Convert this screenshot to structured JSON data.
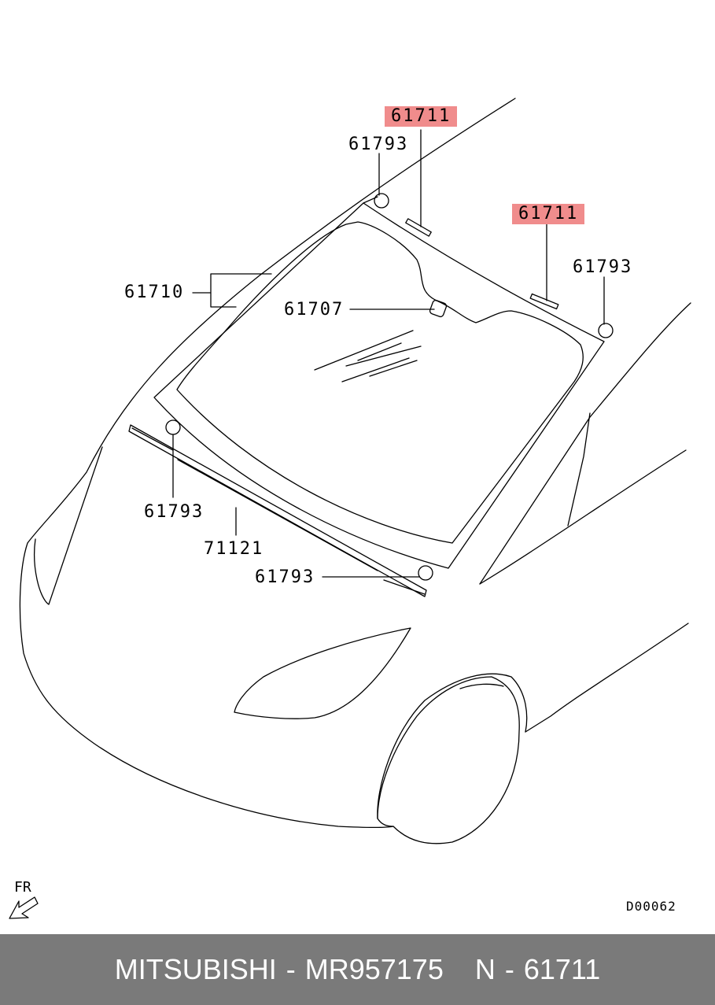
{
  "labels": {
    "top_center_part": "61711",
    "top_right_part": "61711",
    "clip_top_center": "61793",
    "clip_top_right": "61793",
    "windshield_assembly": "61710",
    "mirror_bracket": "61707",
    "clip_bottom_left": "61793",
    "cowl_molding": "71121",
    "clip_bottom_center": "61793"
  },
  "direction_marker": "FR",
  "drawing_code": "D00062",
  "footer": {
    "brand_part": "MITSUBISHI - MR957175",
    "ref_part": "N - 61711"
  },
  "colors": {
    "highlight": "#f08c8c",
    "footer_bg": "#7a7a7a",
    "footer_text": "#ffffff",
    "line": "#000000"
  }
}
